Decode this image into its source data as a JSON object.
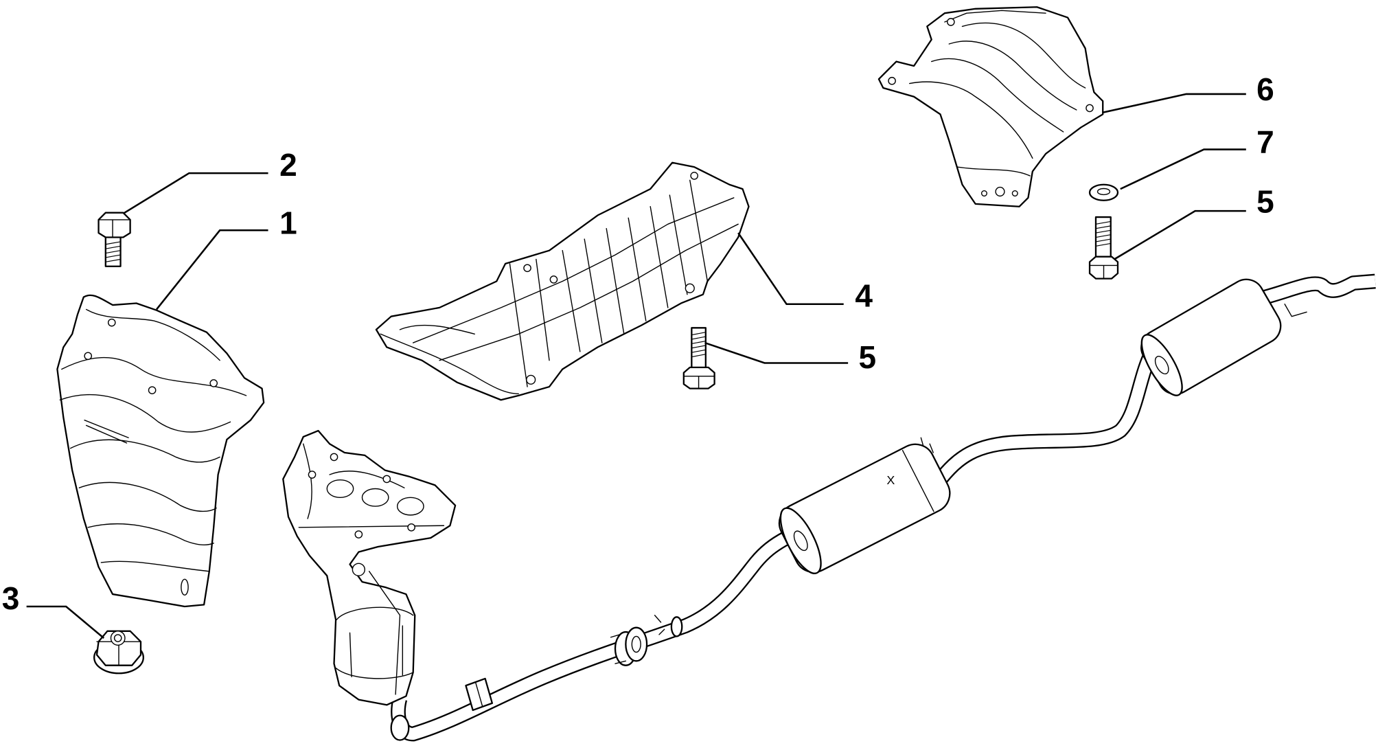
{
  "callouts": {
    "part_1": "1",
    "part_2": "2",
    "part_3": "3",
    "part_4": "4",
    "part_5_center": "5",
    "part_5_right": "5",
    "part_6": "6",
    "part_7": "7"
  },
  "muffler_mark": "X"
}
